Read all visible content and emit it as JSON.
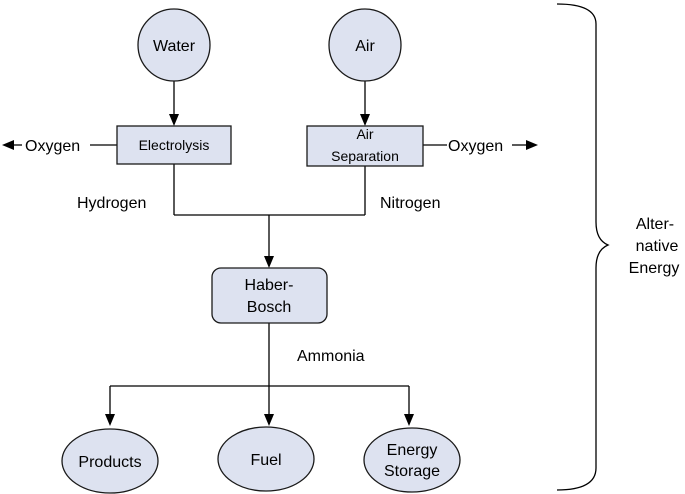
{
  "nodes": {
    "water": "Water",
    "air": "Air",
    "electrolysis": "Electrolysis",
    "air_separation": [
      "Air",
      "Separation"
    ],
    "haber_bosch": [
      "Haber-",
      "Bosch"
    ],
    "products": "Products",
    "fuel": "Fuel",
    "energy_storage": [
      "Energy",
      "Storage"
    ]
  },
  "labels": {
    "oxygen_left": "Oxygen",
    "oxygen_right": "Oxygen",
    "hydrogen": "Hydrogen",
    "nitrogen": "Nitrogen",
    "ammonia": "Ammonia",
    "alternative_energy": [
      "Alter-",
      "native",
      "Energy"
    ]
  },
  "colors": {
    "node_fill": "#dde2f0",
    "stroke": "#1a1a1a"
  }
}
